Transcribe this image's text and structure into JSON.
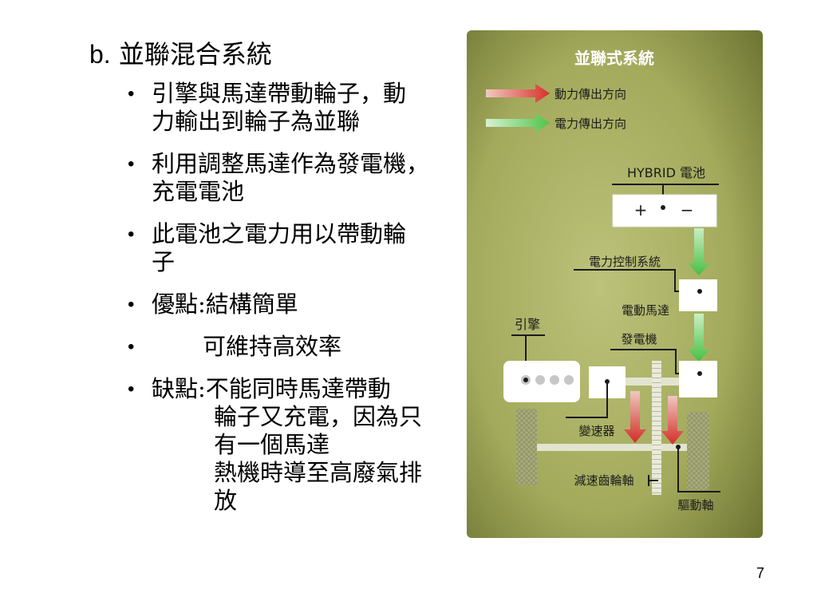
{
  "slide": {
    "title_prefix": "b.",
    "title_text": "並聯混合系統",
    "bullets": [
      {
        "lines": [
          "引擎與馬達帶動輪子，動",
          "力輸出到輪子為並聯"
        ]
      },
      {
        "lines": [
          "利用調整馬達作為發電機，",
          "充電電池"
        ]
      },
      {
        "lines": [
          "此電池之電力用以帶動輪",
          "子"
        ]
      },
      {
        "lines": [
          "優點:結構簡單"
        ]
      },
      {
        "lines": [
          "可維持高效率"
        ]
      },
      {
        "lines": [
          "缺點:不能同時馬達帶動",
          "輪子又充電，因為只",
          "有一個馬達",
          "熱機時導至高廢氣排",
          "放"
        ]
      }
    ],
    "bullet_char": "•",
    "page_number": "7"
  },
  "diagram": {
    "title": "並聯式系統",
    "legend_power": "動力傳出方向",
    "legend_electric": "電力傳出方向",
    "battery_label": "HYBRID 電池",
    "battery_plus": "+",
    "battery_minus": "−",
    "control_label": "電力控制系統",
    "motor_label_1": "電動馬達",
    "motor_label_2": "發電機",
    "engine_label": "引擎",
    "transmission_label": "變速器",
    "reduction_gear_label": "減速齒輪軸",
    "drive_shaft_label": "驅動軸",
    "colors": {
      "panel_light": "#b7bd74",
      "panel_dark": "#6b7230",
      "power_arrow": "#d8302a",
      "electric_arrow": "#4fc44a"
    }
  }
}
